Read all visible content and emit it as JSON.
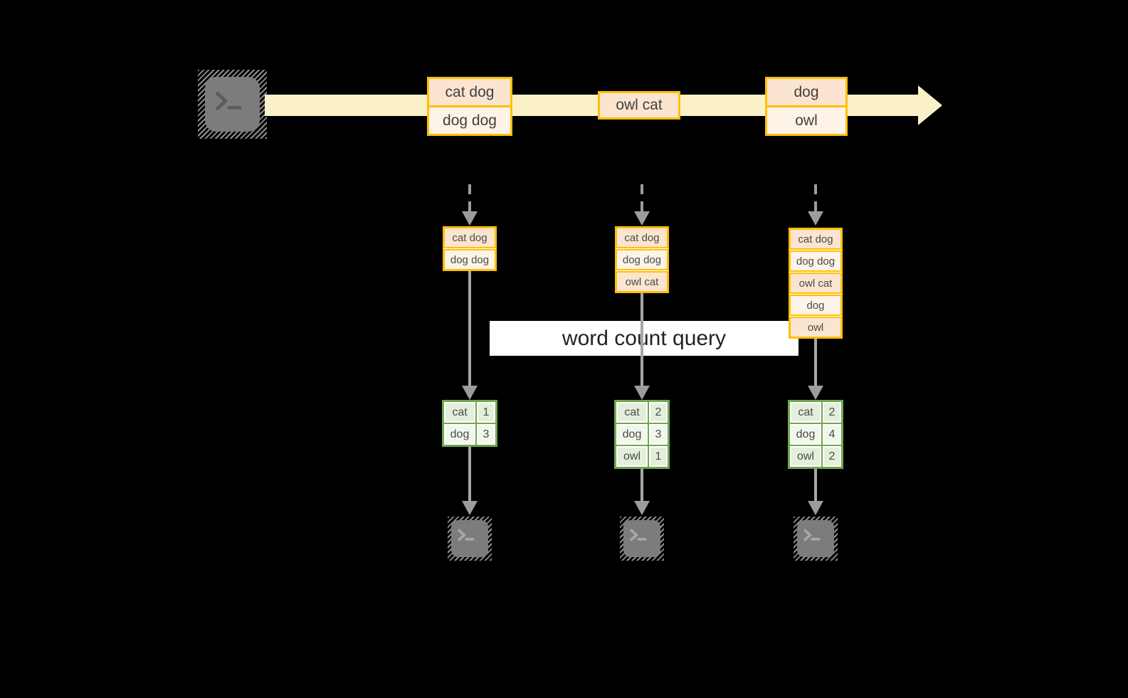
{
  "diagram": {
    "query_label": "word count query"
  },
  "stream": {
    "events": [
      {
        "rows": [
          "cat dog",
          "dog dog"
        ]
      },
      {
        "rows": [
          "owl cat"
        ]
      },
      {
        "rows": [
          "dog",
          "owl"
        ]
      }
    ]
  },
  "columns": [
    {
      "buffer": [
        "cat dog",
        "dog dog"
      ],
      "counts": [
        {
          "word": "cat",
          "count": "1"
        },
        {
          "word": "dog",
          "count": "3"
        }
      ]
    },
    {
      "buffer": [
        "cat dog",
        "dog dog",
        "owl cat"
      ],
      "counts": [
        {
          "word": "cat",
          "count": "2"
        },
        {
          "word": "dog",
          "count": "3"
        },
        {
          "word": "owl",
          "count": "1"
        }
      ]
    },
    {
      "buffer": [
        "cat dog",
        "dog dog",
        "owl cat",
        "dog",
        "owl"
      ],
      "counts": [
        {
          "word": "cat",
          "count": "2"
        },
        {
          "word": "dog",
          "count": "4"
        },
        {
          "word": "owl",
          "count": "2"
        }
      ]
    }
  ],
  "icons": {
    "source": "terminal-prompt-icon",
    "sink": "terminal-prompt-icon"
  },
  "colors": {
    "gold_border": "#FFC000",
    "peach_fill": "#FBE5D1",
    "cream_fill": "#FDF4E7",
    "stream_fill": "#FBF1C9",
    "green_border": "#6FA84F",
    "green_cell": "#E3EFDB",
    "green_cell_alt": "#F1F7EC",
    "arrow_gray": "#A6A6A6",
    "terminal_gray": "#7C7C7C",
    "background": "#000000"
  }
}
